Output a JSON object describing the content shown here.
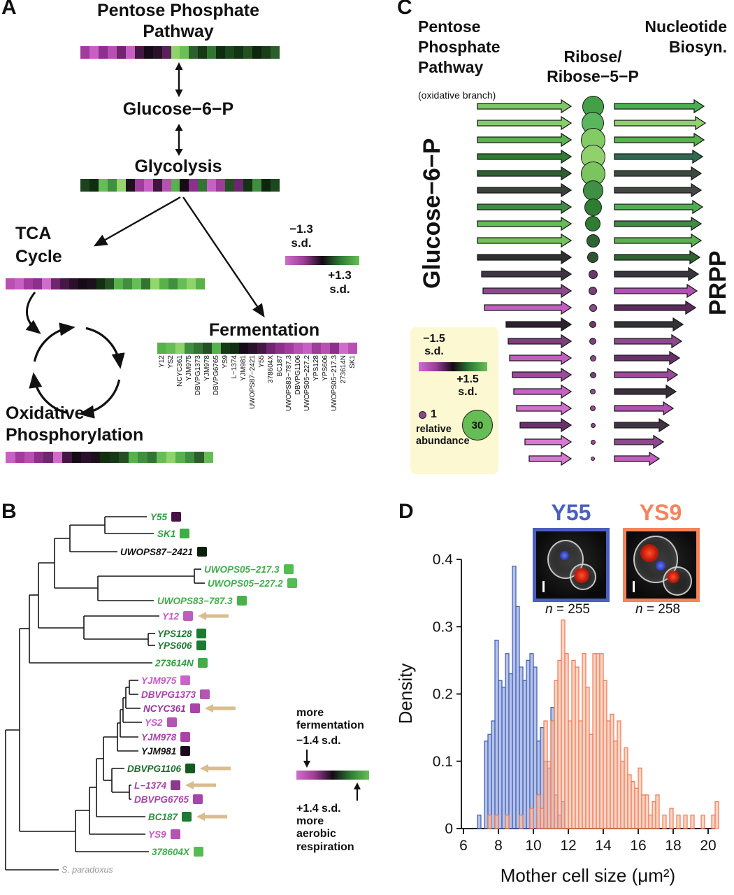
{
  "panelA": {
    "label": "A",
    "ppp_title": "Pentose Phosphate Pathway",
    "glucose": "Glucose−6−P",
    "glycolysis": "Glycolysis",
    "tca": "TCA Cycle",
    "fermentation": "Fermentation",
    "oxphos": "Oxidative Phosphorylation",
    "legend": {
      "minus": "−1.3",
      "plus": "+1.3",
      "sd": "s.d."
    },
    "strains": [
      "Y12",
      "YS2",
      "NCYC361",
      "YJM975",
      "DBVPG1373",
      "YJM978",
      "DBVPG6765",
      "YS9",
      "L−1374",
      "YJM981",
      "UWOPS87−2421",
      "Y55",
      "378604X",
      "BC187",
      "UWOPS83−787.3",
      "DBVPG1106",
      "UWOPS05−227.2",
      "YPS128",
      "YPS606",
      "UWOPS05−217.3",
      "273614N",
      "SK1"
    ],
    "strips": {
      "ppp": [
        "#a23c9c",
        "#c85fc4",
        "#8e2f8e",
        "#b850b4",
        "#6f256f",
        "#c85fc4",
        "#451745",
        "#160b16",
        "#2b102b",
        "#5a2158",
        "#8fd46a",
        "#6abf57",
        "#2c5f2c",
        "#163816",
        "#327432",
        "#102c10",
        "#1d471d",
        "#133413",
        "#245024",
        "#0e260e",
        "#1a3e1a",
        "#2c5e2c"
      ],
      "glycolysis": [
        "#1d421d",
        "#0f2d0f",
        "#67bd55",
        "#3f8f3f",
        "#93d66d",
        "#1d101d",
        "#a23c9c",
        "#c85fc4",
        "#411441",
        "#b850b4",
        "#57b24a",
        "#160b16",
        "#8e2f8e",
        "#327432",
        "#c85fc4",
        "#9c3d96",
        "#245024",
        "#6f256f",
        "#133413",
        "#3f8f3f",
        "#0e260e",
        "#1d471d"
      ],
      "tca": [
        "#b850b4",
        "#c85fc4",
        "#a23c9c",
        "#8e2f8e",
        "#cf6cca",
        "#6f256f",
        "#451745",
        "#2b102b",
        "#160b16",
        "#1d101d",
        "#103010",
        "#245024",
        "#57b24a",
        "#3f8f3f",
        "#67bd55",
        "#327432",
        "#93d66d",
        "#57b24a",
        "#3f8f3f",
        "#67bd55",
        "#8fd46a",
        "#57b24a"
      ],
      "fermentation": [
        "#57b24a",
        "#67bd55",
        "#8fd46a",
        "#3f8f3f",
        "#327432",
        "#245024",
        "#57b24a",
        "#163816",
        "#103010",
        "#160b16",
        "#2b102b",
        "#451745",
        "#6f256f",
        "#8e2f8e",
        "#a23c9c",
        "#b850b4",
        "#c85fc4",
        "#9c3d96",
        "#b850b4",
        "#8e2f8e",
        "#cf6cca",
        "#b850b4"
      ],
      "oxphos": [
        "#c85fc4",
        "#a23c9c",
        "#b850b4",
        "#8e2f8e",
        "#6f256f",
        "#cf6cca",
        "#451745",
        "#160b16",
        "#2b102b",
        "#1d101d",
        "#103010",
        "#163816",
        "#245024",
        "#57b24a",
        "#3f8f3f",
        "#327432",
        "#67bd55",
        "#8fd46a",
        "#57b24a",
        "#3f8f3f",
        "#2c5f2c",
        "#67bd55"
      ]
    }
  },
  "panelB": {
    "label": "B",
    "leaves": [
      {
        "label": "Y55",
        "color": "#2e9e3f",
        "swatch": "#471145",
        "arrow": false
      },
      {
        "label": "SK1",
        "color": "#2e9e3f",
        "swatch": "#3fae4a",
        "arrow": false
      },
      {
        "label": "UWOPS87−2421",
        "color": "#111111",
        "swatch": "#0c1f0c",
        "arrow": false
      },
      {
        "label": "UWOPS05−217.3",
        "color": "#3fae4a",
        "swatch": "#52bd52",
        "arrow": false
      },
      {
        "label": "UWOPS05−227.2",
        "color": "#3fae4a",
        "swatch": "#52bd52",
        "arrow": false
      },
      {
        "label": "UWOPS83−787.3",
        "color": "#3fae4a",
        "swatch": "#47b347",
        "arrow": false
      },
      {
        "label": "Y12",
        "color": "#c857c8",
        "swatch": "#c05cc0",
        "arrow": true
      },
      {
        "label": "YPS128",
        "color": "#1d7a33",
        "swatch": "#1d7a33",
        "arrow": false
      },
      {
        "label": "YPS606",
        "color": "#1d7a33",
        "swatch": "#1d7a33",
        "arrow": false
      },
      {
        "label": "273614N",
        "color": "#2e9e3f",
        "swatch": "#3fae4a",
        "arrow": false
      },
      {
        "label": "YJM975",
        "color": "#c857c8",
        "swatch": "#c866c8",
        "arrow": false
      },
      {
        "label": "DBVPG1373",
        "color": "#a844a8",
        "swatch": "#b455b4",
        "arrow": false
      },
      {
        "label": "NCYC361",
        "color": "#993399",
        "swatch": "#a844a8",
        "arrow": true
      },
      {
        "label": "YS2",
        "color": "#c857c8",
        "swatch": "#b455b4",
        "arrow": false
      },
      {
        "label": "YJM978",
        "color": "#a844a8",
        "swatch": "#a844a8",
        "arrow": false
      },
      {
        "label": "YJM981",
        "color": "#151515",
        "swatch": "#1d0a1d",
        "arrow": false
      },
      {
        "label": "DBVPG1106",
        "color": "#1d6b2d",
        "swatch": "#14591f",
        "arrow": true
      },
      {
        "label": "L−1374",
        "color": "#a844a8",
        "swatch": "#8c3a8c",
        "arrow": true
      },
      {
        "label": "DBVPG6765",
        "color": "#a844a8",
        "swatch": "#a844a8",
        "arrow": false
      },
      {
        "label": "BC187",
        "color": "#2e8e3f",
        "swatch": "#1d7a33",
        "arrow": true
      },
      {
        "label": "YS9",
        "color": "#c857c8",
        "swatch": "#b455b4",
        "arrow": false
      },
      {
        "label": "378604X",
        "color": "#3fae4a",
        "swatch": "#52bd52",
        "arrow": false
      }
    ],
    "outgroup": {
      "label": "S. paradoxus",
      "color": "#9a9a9a"
    },
    "highlight_arrow_color": "#d9bd8f",
    "legend": {
      "top": "more fermentation",
      "minus": "−1.4 s.d.",
      "plus": "+1.4 s.d.",
      "bottom": "more aerobic respiration"
    }
  },
  "panelC": {
    "label": "C",
    "header_left": "Pentose Phosphate Pathway",
    "header_left_sub": "(oxidative branch)",
    "header_mid1": "Ribose/",
    "header_mid2": "Ribose−5−P",
    "header_right": "Nucleotide Biosyn.",
    "axis_left": "Glucose−6−P",
    "axis_right": "PRPP",
    "legend": {
      "minus": "−1.5",
      "plus": "+1.5",
      "sd": "s.d.",
      "small_val": "1",
      "rel_label": "relative abundance",
      "big_val": "30",
      "small_color": "#8c4a8c",
      "big_color": "#67bd55",
      "bg": "#fbf8d2"
    },
    "rows": [
      {
        "l": "#7cc763",
        "ll": 136,
        "v": 26,
        "c": "#43a047",
        "r": "#4cae50",
        "rl": 130
      },
      {
        "l": "#85cd6a",
        "ll": 136,
        "v": 27,
        "c": "#59b65c",
        "r": "#90d16e",
        "rl": 132
      },
      {
        "l": "#5bb34f",
        "ll": 136,
        "v": 30,
        "c": "#83cb65",
        "r": "#57b24b",
        "rl": 130
      },
      {
        "l": "#2e7d33",
        "ll": 136,
        "v": 30,
        "c": "#90d16e",
        "r": "#2f6b4f",
        "rl": 128
      },
      {
        "l": "#2e5f31",
        "ll": 136,
        "v": 30,
        "c": "#7bc55e",
        "r": "#3e4a40",
        "rl": 126
      },
      {
        "l": "#3a413a",
        "ll": 136,
        "v": 24,
        "c": "#3f8f44",
        "r": "#434741",
        "rl": 126
      },
      {
        "l": "#3f8a45",
        "ll": 136,
        "v": 20,
        "c": "#2e7d33",
        "r": "#4fae54",
        "rl": 128
      },
      {
        "l": "#65bc55",
        "ll": 136,
        "v": 17,
        "c": "#2e7d33",
        "r": "#3f8a45",
        "rl": 126
      },
      {
        "l": "#72c35e",
        "ll": 136,
        "v": 14,
        "c": "#2e6431",
        "r": "#5bb34f",
        "rl": 126
      },
      {
        "l": "#2f3130",
        "ll": 136,
        "v": 11,
        "c": "#2e5431",
        "r": "#2e6431",
        "rl": 124
      },
      {
        "l": "#3d3542",
        "ll": 130,
        "v": 8,
        "c": "#6b3a6b",
        "r": "#38363c",
        "rl": 122
      },
      {
        "l": "#8c4a8c",
        "ll": 128,
        "v": 7,
        "c": "#7b3f7b",
        "r": "#b350b3",
        "rl": 120
      },
      {
        "l": "#c55dc1",
        "ll": 126,
        "v": 6,
        "c": "#8c4a8c",
        "r": "#5d2a5d",
        "rl": 118
      },
      {
        "l": "#2e2132",
        "ll": 95,
        "v": 5,
        "c": "#6b3a6b",
        "r": "#343138",
        "rl": 100
      },
      {
        "l": "#7b3f7b",
        "ll": 92,
        "v": 5,
        "c": "#7b3f7b",
        "r": "#8c4a8c",
        "rl": 98
      },
      {
        "l": "#c55dc1",
        "ll": 90,
        "v": 4,
        "c": "#8c4a8c",
        "r": "#6b2f6b",
        "rl": 95
      },
      {
        "l": "#9c4a9c",
        "ll": 86,
        "v": 4,
        "c": "#7b3f7b",
        "r": "#9c4a9c",
        "rl": 92
      },
      {
        "l": "#ca60c6",
        "ll": 84,
        "v": 3,
        "c": "#8c4a8c",
        "r": "#3a2f3c",
        "rl": 90
      },
      {
        "l": "#d26fcd",
        "ll": 80,
        "v": 3,
        "c": "#9c4a9c",
        "r": "#b350b3",
        "rl": 86
      },
      {
        "l": "#6b2f6b",
        "ll": 75,
        "v": 2,
        "c": "#8c4a8c",
        "r": "#403444",
        "rl": 80
      },
      {
        "l": "#d779d1",
        "ll": 68,
        "v": 2,
        "c": "#9c4a9c",
        "r": "#8c4a8c",
        "rl": 72
      },
      {
        "l": "#d779d1",
        "ll": 62,
        "v": 1,
        "c": "#b350b3",
        "r": "#c55dc1",
        "rl": 66
      }
    ]
  },
  "panelD": {
    "label": "D",
    "y55": {
      "label": "Y55",
      "color": "#4a5fbe",
      "n_prefix": "n",
      "n_value": " = 255"
    },
    "ys9": {
      "label": "YS9",
      "color": "#f4845a",
      "n_prefix": "n",
      "n_value": " = 258"
    }
  },
  "gradient": [
    "#d06ecb",
    "#9c3d96",
    "#140a14",
    "#2f7d35",
    "#6abf57"
  ],
  "chart_data": {
    "type": "bar",
    "subtype": "overlaid-histograms",
    "xlabel": "Mother cell size (μm²)",
    "ylabel": "Density",
    "xlim": [
      5.8,
      21
    ],
    "ylim": [
      0,
      0.4
    ],
    "x_ticks": [
      6,
      8,
      10,
      12,
      14,
      16,
      18,
      20
    ],
    "y_ticks": [
      0,
      0.1,
      0.2,
      0.3,
      0.4
    ],
    "y_tick_labels": [
      "0",
      "0.1",
      "0.2",
      "0.3",
      "0.4"
    ],
    "bin_width": 0.2,
    "grid": false,
    "legend_position": "top-inset",
    "series": [
      {
        "name": "Y55",
        "n": 255,
        "stroke": "#3d5bb5",
        "fill": "#8fa3dc",
        "bins": [
          [
            6.8,
            0.02
          ],
          [
            7.0,
            0.0
          ],
          [
            7.2,
            0.13
          ],
          [
            7.4,
            0.14
          ],
          [
            7.6,
            0.16
          ],
          [
            7.8,
            0.28
          ],
          [
            8.0,
            0.22
          ],
          [
            8.2,
            0.21
          ],
          [
            8.4,
            0.26
          ],
          [
            8.6,
            0.23
          ],
          [
            8.8,
            0.39
          ],
          [
            9.0,
            0.33
          ],
          [
            9.2,
            0.24
          ],
          [
            9.4,
            0.22
          ],
          [
            9.6,
            0.25
          ],
          [
            9.8,
            0.26
          ],
          [
            10.0,
            0.24
          ],
          [
            10.2,
            0.13
          ],
          [
            10.4,
            0.15
          ],
          [
            10.6,
            0.1
          ],
          [
            10.8,
            0.09
          ],
          [
            11.0,
            0.18
          ],
          [
            11.2,
            0.05
          ],
          [
            11.4,
            0.02
          ],
          [
            11.6,
            0.04
          ]
        ]
      },
      {
        "name": "YS9",
        "n": 258,
        "stroke": "#f07850",
        "fill": "#f7bda6",
        "bins": [
          [
            7.4,
            0.02
          ],
          [
            7.8,
            0.02
          ],
          [
            8.4,
            0.02
          ],
          [
            9.2,
            0.02
          ],
          [
            9.8,
            0.03
          ],
          [
            10.2,
            0.05
          ],
          [
            10.4,
            0.03
          ],
          [
            10.6,
            0.16
          ],
          [
            10.8,
            0.1
          ],
          [
            11.0,
            0.16
          ],
          [
            11.2,
            0.22
          ],
          [
            11.4,
            0.25
          ],
          [
            11.6,
            0.31
          ],
          [
            11.8,
            0.26
          ],
          [
            12.0,
            0.16
          ],
          [
            12.2,
            0.25
          ],
          [
            12.4,
            0.24
          ],
          [
            12.6,
            0.16
          ],
          [
            12.8,
            0.26
          ],
          [
            13.0,
            0.21
          ],
          [
            13.2,
            0.14
          ],
          [
            13.4,
            0.26
          ],
          [
            13.6,
            0.26
          ],
          [
            13.8,
            0.26
          ],
          [
            14.0,
            0.22
          ],
          [
            14.2,
            0.16
          ],
          [
            14.4,
            0.17
          ],
          [
            14.6,
            0.13
          ],
          [
            14.8,
            0.16
          ],
          [
            15.0,
            0.1
          ],
          [
            15.2,
            0.12
          ],
          [
            15.4,
            0.08
          ],
          [
            15.6,
            0.07
          ],
          [
            15.8,
            0.06
          ],
          [
            16.0,
            0.09
          ],
          [
            16.2,
            0.05
          ],
          [
            16.4,
            0.05
          ],
          [
            16.6,
            0.02
          ],
          [
            16.8,
            0.04
          ],
          [
            17.0,
            0.05
          ],
          [
            17.4,
            0.02
          ],
          [
            17.8,
            0.03
          ],
          [
            18.2,
            0.02
          ],
          [
            18.6,
            0.02
          ],
          [
            19.0,
            0.02
          ],
          [
            19.6,
            0.02
          ],
          [
            20.2,
            0.02
          ],
          [
            20.4,
            0.04
          ]
        ]
      }
    ]
  }
}
